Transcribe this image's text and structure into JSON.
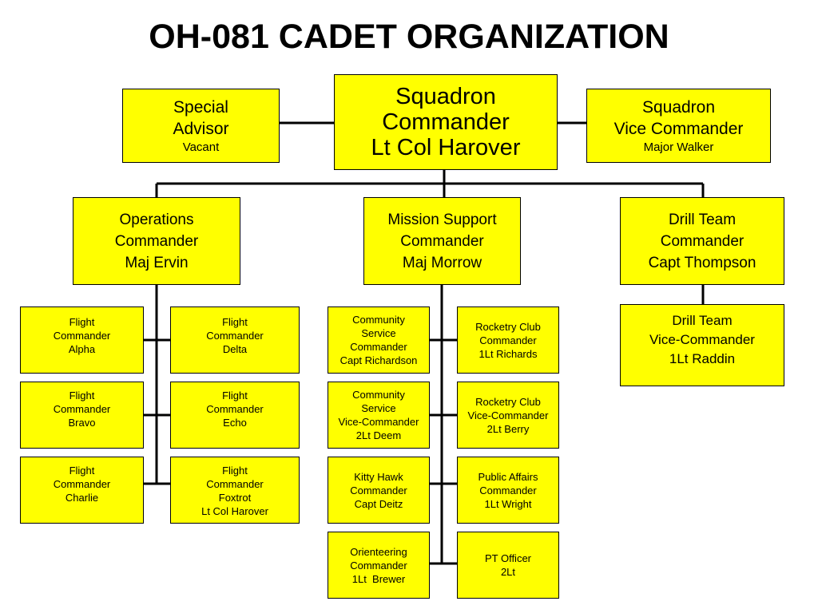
{
  "title": "OH-081 CADET ORGANIZATION",
  "colors": {
    "box_fill": "#ffff00",
    "border": "#000000",
    "background": "#ffffff"
  },
  "top": {
    "commander": {
      "line1": "Squadron",
      "line2": "Commander",
      "line3": "Lt Col Harover"
    },
    "advisor": {
      "line1": "Special",
      "line2": "Advisor",
      "line3": "Vacant"
    },
    "vice": {
      "line1": "Squadron",
      "line2": "Vice Commander",
      "line3": "Major Walker"
    }
  },
  "mid": {
    "operations": {
      "line1": "Operations",
      "line2": "Commander",
      "line3": "Maj Ervin"
    },
    "mission": {
      "line1": "Mission Support",
      "line2": "Commander",
      "line3": "Maj Morrow"
    },
    "drill": {
      "line1": "Drill Team",
      "line2": "Commander",
      "line3": "Capt Thompson"
    }
  },
  "drill_vice": {
    "line1": "Drill Team",
    "line2": "Vice-Commander",
    "line3": "1Lt Raddin"
  },
  "flights": [
    {
      "line1": "Flight",
      "line2": "Commander",
      "line3": "Alpha"
    },
    {
      "line1": "Flight",
      "line2": "Commander",
      "line3": "Delta"
    },
    {
      "line1": "Flight",
      "line2": "Commander",
      "line3": "Bravo"
    },
    {
      "line1": "Flight",
      "line2": "Commander",
      "line3": "Echo"
    },
    {
      "line1": "Flight",
      "line2": "Commander",
      "line3": "Charlie"
    },
    {
      "line1": "Flight",
      "line2": "Commander",
      "line3": "Foxtrot",
      "line4": "Lt Col Harover"
    }
  ],
  "support": [
    {
      "line1": "Community",
      "line2": "Service",
      "line3": "Commander",
      "line4": "Capt Richardson"
    },
    {
      "line1": "Rocketry Club",
      "line2": "Commander",
      "line3": "1Lt Richards"
    },
    {
      "line1": "Community",
      "line2": "Service",
      "line3": "Vice-Commander",
      "line4": "2Lt Deem"
    },
    {
      "line1": "Rocketry Club",
      "line2": "Vice-Commander",
      "line3": "2Lt Berry"
    },
    {
      "line1": "Kitty Hawk",
      "line2": "Commander",
      "line3": "Capt Deitz"
    },
    {
      "line1": "Public Affairs",
      "line2": "Commander",
      "line3": "1Lt Wright"
    },
    {
      "line1": "Orienteering",
      "line2": "Commander",
      "line3": "1Lt  Brewer"
    },
    {
      "line1": "PT Officer",
      "line2": "2Lt"
    }
  ]
}
